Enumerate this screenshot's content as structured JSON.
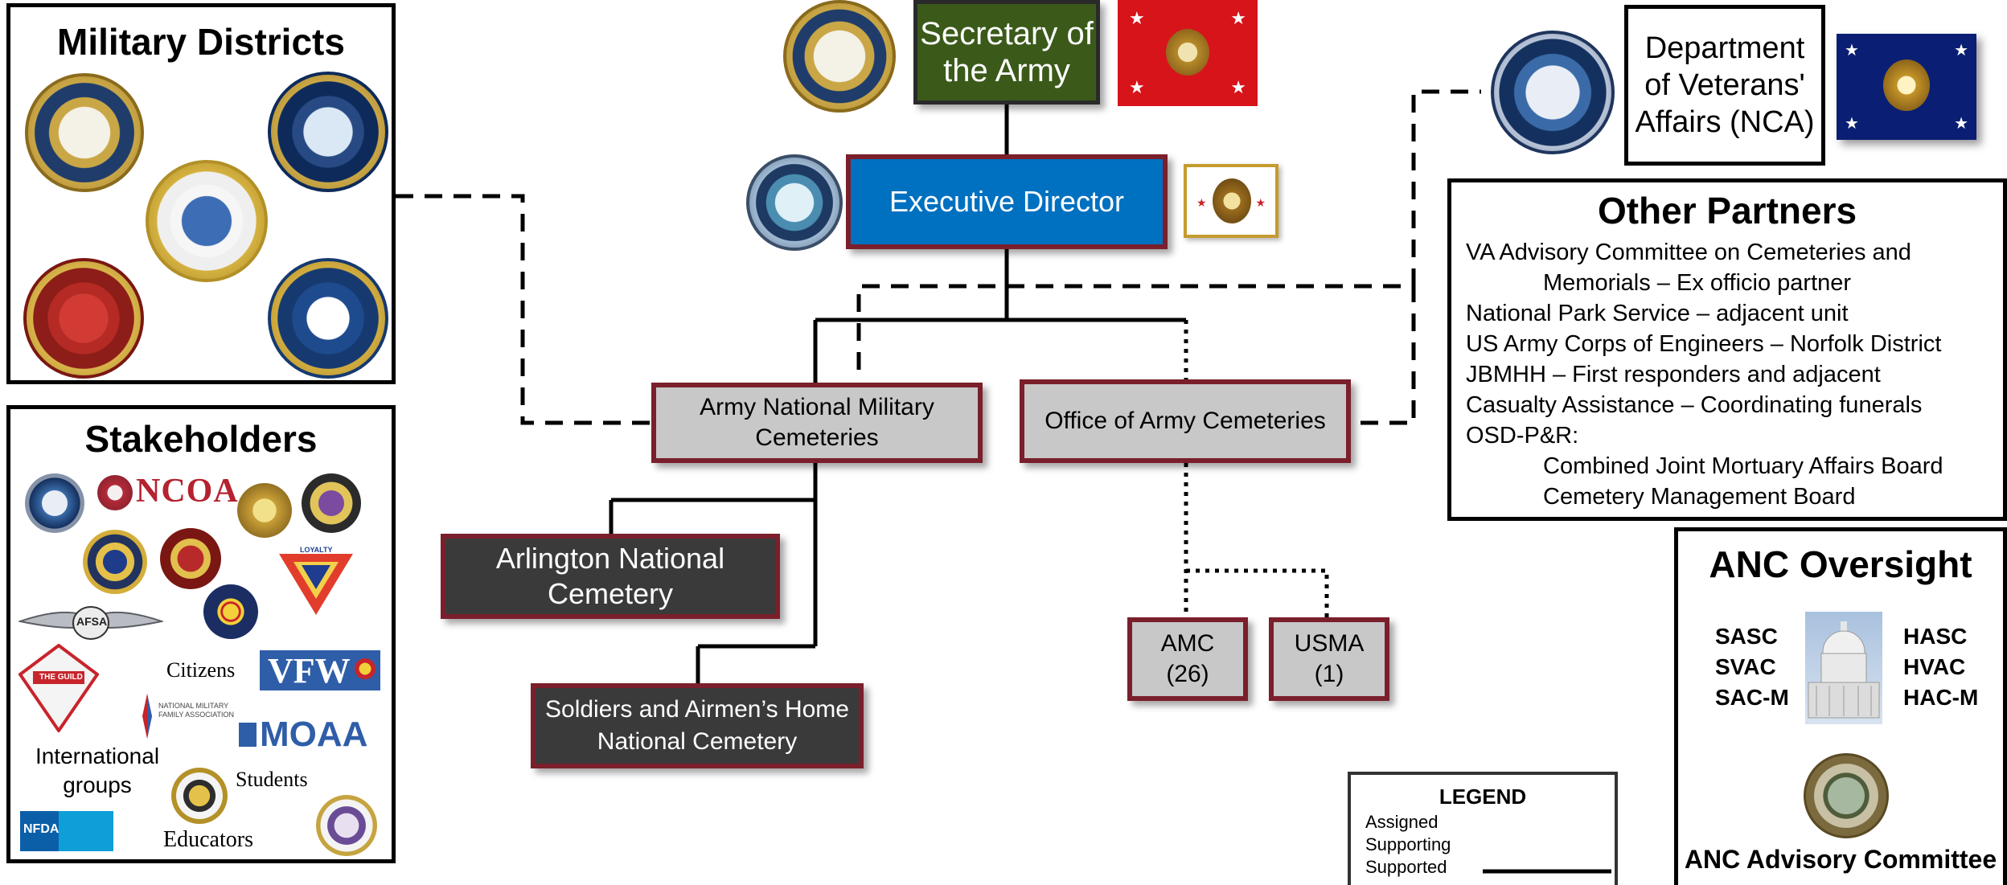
{
  "top": {
    "secretary": "Secretary of the Army",
    "executive_director": "Executive Director",
    "va": "Department of Veterans' Affairs (NCA)"
  },
  "military_districts": {
    "title": "Military Districts"
  },
  "stakeholders": {
    "title": "Stakeholders",
    "ncoa": "NCOA",
    "vfw": "VFW",
    "moaa": "MOAA",
    "citizens": "Citizens",
    "international": "International groups",
    "students": "Students",
    "educators": "Educators",
    "nfda": "NFDA",
    "nmfa": "NATIONAL MILITARY FAMILY ASSOCIATION",
    "guild": "THE GUILD",
    "afsa": "AFSA",
    "loyalty": "LOYALTY"
  },
  "org": {
    "anmc": "Army National Military Cemeteries",
    "oac": "Office of Army Cemeteries",
    "arlington": "Arlington National Cemetery",
    "soldiers_home": "Soldiers and Airmen’s Home National Cemetery",
    "amc": "AMC\n(26)",
    "usma": "USMA\n(1)"
  },
  "other_partners": {
    "title": "Other Partners",
    "lines": [
      {
        "text": "VA Advisory Committee on Cemeteries and",
        "indent": false
      },
      {
        "text": "Memorials – Ex officio partner",
        "indent": true
      },
      {
        "text": "National Park Service – adjacent unit",
        "indent": false
      },
      {
        "text": "US Army Corps of Engineers – Norfolk District",
        "indent": false
      },
      {
        "text": "JBMHH – First responders and adjacent",
        "indent": false
      },
      {
        "text": "Casualty Assistance – Coordinating funerals",
        "indent": false
      },
      {
        "text": "OSD-P&R:",
        "indent": false
      },
      {
        "text": "Combined Joint Mortuary Affairs Board",
        "indent": true
      },
      {
        "text": "Cemetery Management Board",
        "indent": true
      }
    ]
  },
  "oversight": {
    "title": "ANC Oversight",
    "left": [
      "SASC",
      "SVAC",
      "SAC-M"
    ],
    "right": [
      "HASC",
      "HVAC",
      "HAC-M"
    ],
    "advisory": "ANC Advisory Committee"
  },
  "legend": {
    "title": "LEGEND",
    "items": [
      "Assigned",
      "Supporting",
      "Supported"
    ]
  },
  "colors": {
    "maroon": "#7a1f2b",
    "secretary_green": "#3b5a1a",
    "executive_blue": "#0070c0",
    "box_grey": "#c8c8c8",
    "box_dark": "#3a3a3a",
    "army_flag_red": "#d7141a",
    "va_flag_blue": "#0a1f73"
  }
}
